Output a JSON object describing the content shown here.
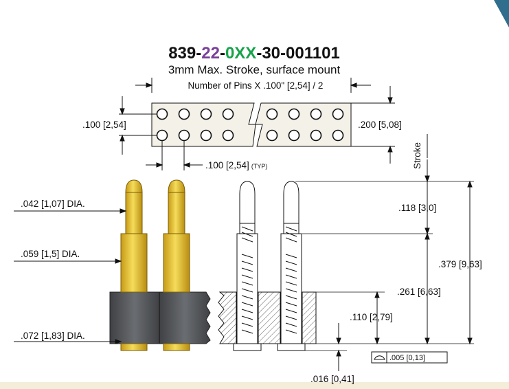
{
  "part_number": {
    "prefix": "839-",
    "series": "22",
    "dash1": "-",
    "pins": "0XX",
    "rest": "-30-001101"
  },
  "subtitle": "3mm Max. Stroke, surface mount",
  "colors": {
    "series": "#7b3f9a",
    "pins": "#17a34a",
    "gold": "#e9c83a",
    "gold_dark": "#b08a12",
    "housing": "#55585c"
  },
  "labels": {
    "row_width": "Number of Pins X .100\" [2,54] / 2",
    "pitch_vertical": ".100 [2,54]",
    "row_spacing": ".200 [5,08]",
    "pitch_horizontal": ".100 [2,54]",
    "typ": "(TYP)",
    "stroke": "Stroke",
    "tip_dia": ".042 [1,07] DIA.",
    "barrel_dia": ".059 [1,5] DIA.",
    "base_dia": ".072 [1,83] DIA.",
    "stroke_len": ".118 [3,0]",
    "total_len": ".379 [9,63]",
    "compressed_len": ".261 [6,63]",
    "insulator_h": ".110 [2,79]",
    "flatness": ".005 [0,13]",
    "standoff": ".016 [0,41]"
  },
  "icons": [
    "flatness-symbol-icon"
  ]
}
